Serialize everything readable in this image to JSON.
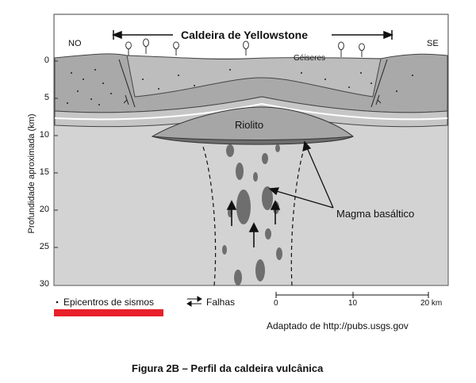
{
  "title": "Caldeira de Yellowstone",
  "labels": {
    "nw": "NO",
    "se": "SE",
    "geysers": "Géiseres",
    "rhyolite": "Riolito",
    "basaltic_magma": "Magma basáltico",
    "y_axis": "Profundidade aproximada (km)"
  },
  "y_ticks": [
    "0",
    "5",
    "10",
    "15",
    "20",
    "25",
    "30"
  ],
  "legend": {
    "epicenters": "Epicentros de sismos",
    "faults": "Falhas",
    "scale_ticks": [
      "0",
      "10",
      "20 km"
    ]
  },
  "source": "Adaptado de http://pubs.usgs.gov",
  "caption": "Figura 2B – Perfil da caldeira vulcânica",
  "colors": {
    "crust": "#8c8c8c",
    "sediment": "#b3b3b3",
    "lower": "#d3d3d3",
    "rhyolite": "#a6a6a6",
    "magma": "#6e6e6e",
    "red_bar": "#e8202a"
  }
}
